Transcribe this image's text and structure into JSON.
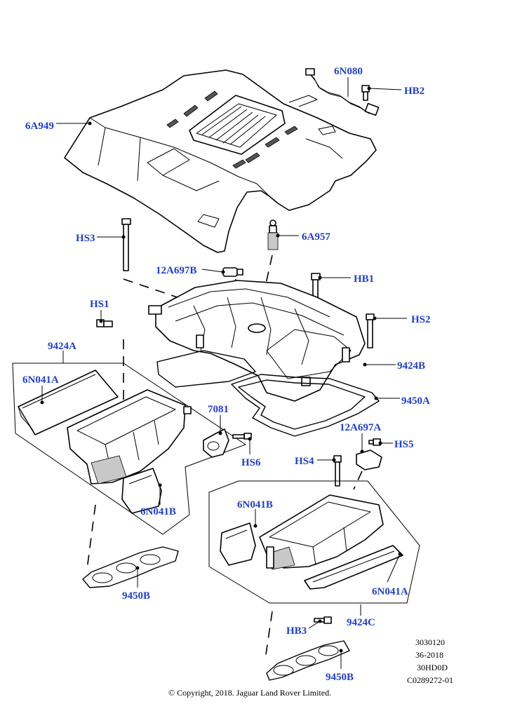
{
  "labels": {
    "l_6N080": "6N080",
    "l_HB2": "HB2",
    "l_6A949": "6A949",
    "l_HS3": "HS3",
    "l_6A957": "6A957",
    "l_12A697B": "12A697B",
    "l_HB1": "HB1",
    "l_HS1": "HS1",
    "l_HS2": "HS2",
    "l_9424A": "9424A",
    "l_9424B": "9424B",
    "l_6N041A_top": "6N041A",
    "l_9450A": "9450A",
    "l_7081": "7081",
    "l_12A697A": "12A697A",
    "l_HS5": "HS5",
    "l_HS6": "HS6",
    "l_HS4": "HS4",
    "l_6N041B_left": "6N041B",
    "l_6N041B_right": "6N041B",
    "l_9450B_left": "9450B",
    "l_6N041A_bottom": "6N041A",
    "l_9424C": "9424C",
    "l_HB3": "HB3",
    "l_9450B_right": "9450B"
  },
  "reference": {
    "line1": "3030120",
    "line2": "36-2018",
    "line3": "30HD0D",
    "line4": "C0289272-01"
  },
  "copyright": "© Copyright, 2018. Jaguar Land Rover Limited."
}
